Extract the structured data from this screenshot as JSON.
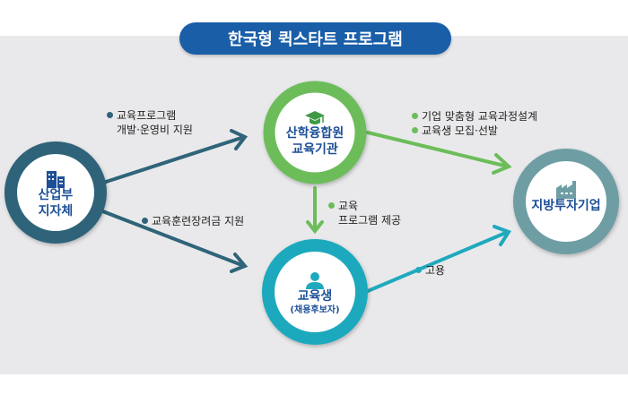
{
  "title": "한국형 퀵스타트 프로그램",
  "nodes": {
    "ministry": {
      "line1": "산업부",
      "line2": "지자체",
      "icon": "building-icon",
      "color": "#2f6479"
    },
    "institution": {
      "line1": "산학융합원",
      "line2": "교육기관",
      "icon": "graduation-cap-icon",
      "color": "#6cbd5a"
    },
    "trainee": {
      "line1": "교육생",
      "line2": "(채용후보자)",
      "icon": "person-icon",
      "color": "#1fa9bd"
    },
    "company": {
      "line1": "지방투자기업",
      "icon": "factory-icon",
      "color": "#6e9ea4"
    }
  },
  "notes": {
    "program_support": {
      "line1": "교육프로그램",
      "line2": "개발·운영비 지원"
    },
    "training_incentive": "교육훈련장려금 지원",
    "custom_course": "기업 맞춤형 교육과정설계",
    "recruit": "교육생 모집·선발",
    "provide": {
      "line1": "교육",
      "line2": "프로그램 제공"
    },
    "employment": "고용"
  }
}
